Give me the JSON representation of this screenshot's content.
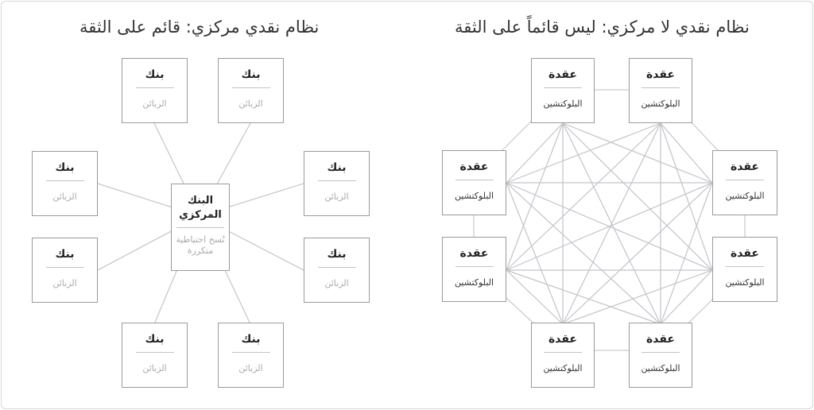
{
  "left_panel": {
    "title": "نظام نقدي مركزي: قائم على الثقة",
    "central": {
      "title": "البنك المركزي",
      "subtitle": "نُسخ احتياطية متكررة"
    },
    "bank_label": "بنك",
    "customers_label": "الزبائن",
    "bank_count": 8
  },
  "right_panel": {
    "title": "نظام نقدي لا مركزي: ليس قائماً على الثقة",
    "node_label": "عقدة",
    "blockchain_label": "البلوكتشين",
    "node_count": 8
  },
  "colors": {
    "border": "#9a9a9a",
    "link": "#c9c9c9",
    "muted_text": "#aaaaaa"
  }
}
